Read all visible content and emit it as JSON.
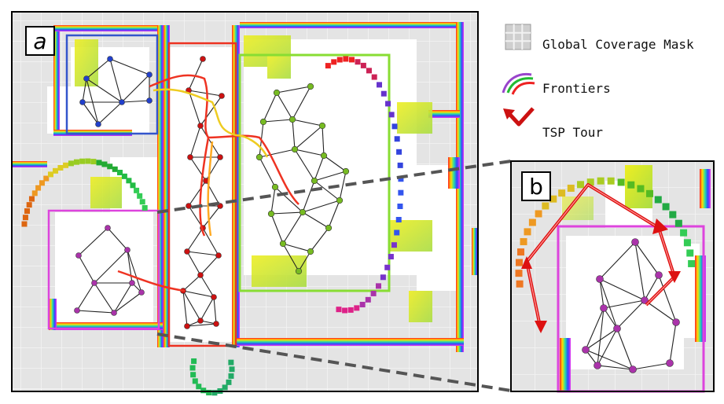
{
  "panels": {
    "a": {
      "label": "a"
    },
    "b": {
      "label": "b"
    }
  },
  "legend": {
    "items": [
      {
        "icon": "grid-icon",
        "label": "Global Coverage Mask"
      },
      {
        "icon": "frontier-arcs-icon",
        "label": "Frontiers"
      },
      {
        "icon": "tsp-arrow-icon",
        "label": "TSP Tour"
      }
    ]
  },
  "colors": {
    "background_grid": "#e6e6e6",
    "free_space": "#ffffff",
    "graph_edge": "#222222",
    "node_red": "#cc1111",
    "node_blue": "#2240cc",
    "node_green": "#77bb22",
    "node_magenta": "#aa33aa",
    "tsp_tour": "#cc1010",
    "region_magenta": "#dd44dd",
    "region_green": "#88dd33",
    "region_blue": "#3355cc",
    "region_red": "#ee3322"
  }
}
